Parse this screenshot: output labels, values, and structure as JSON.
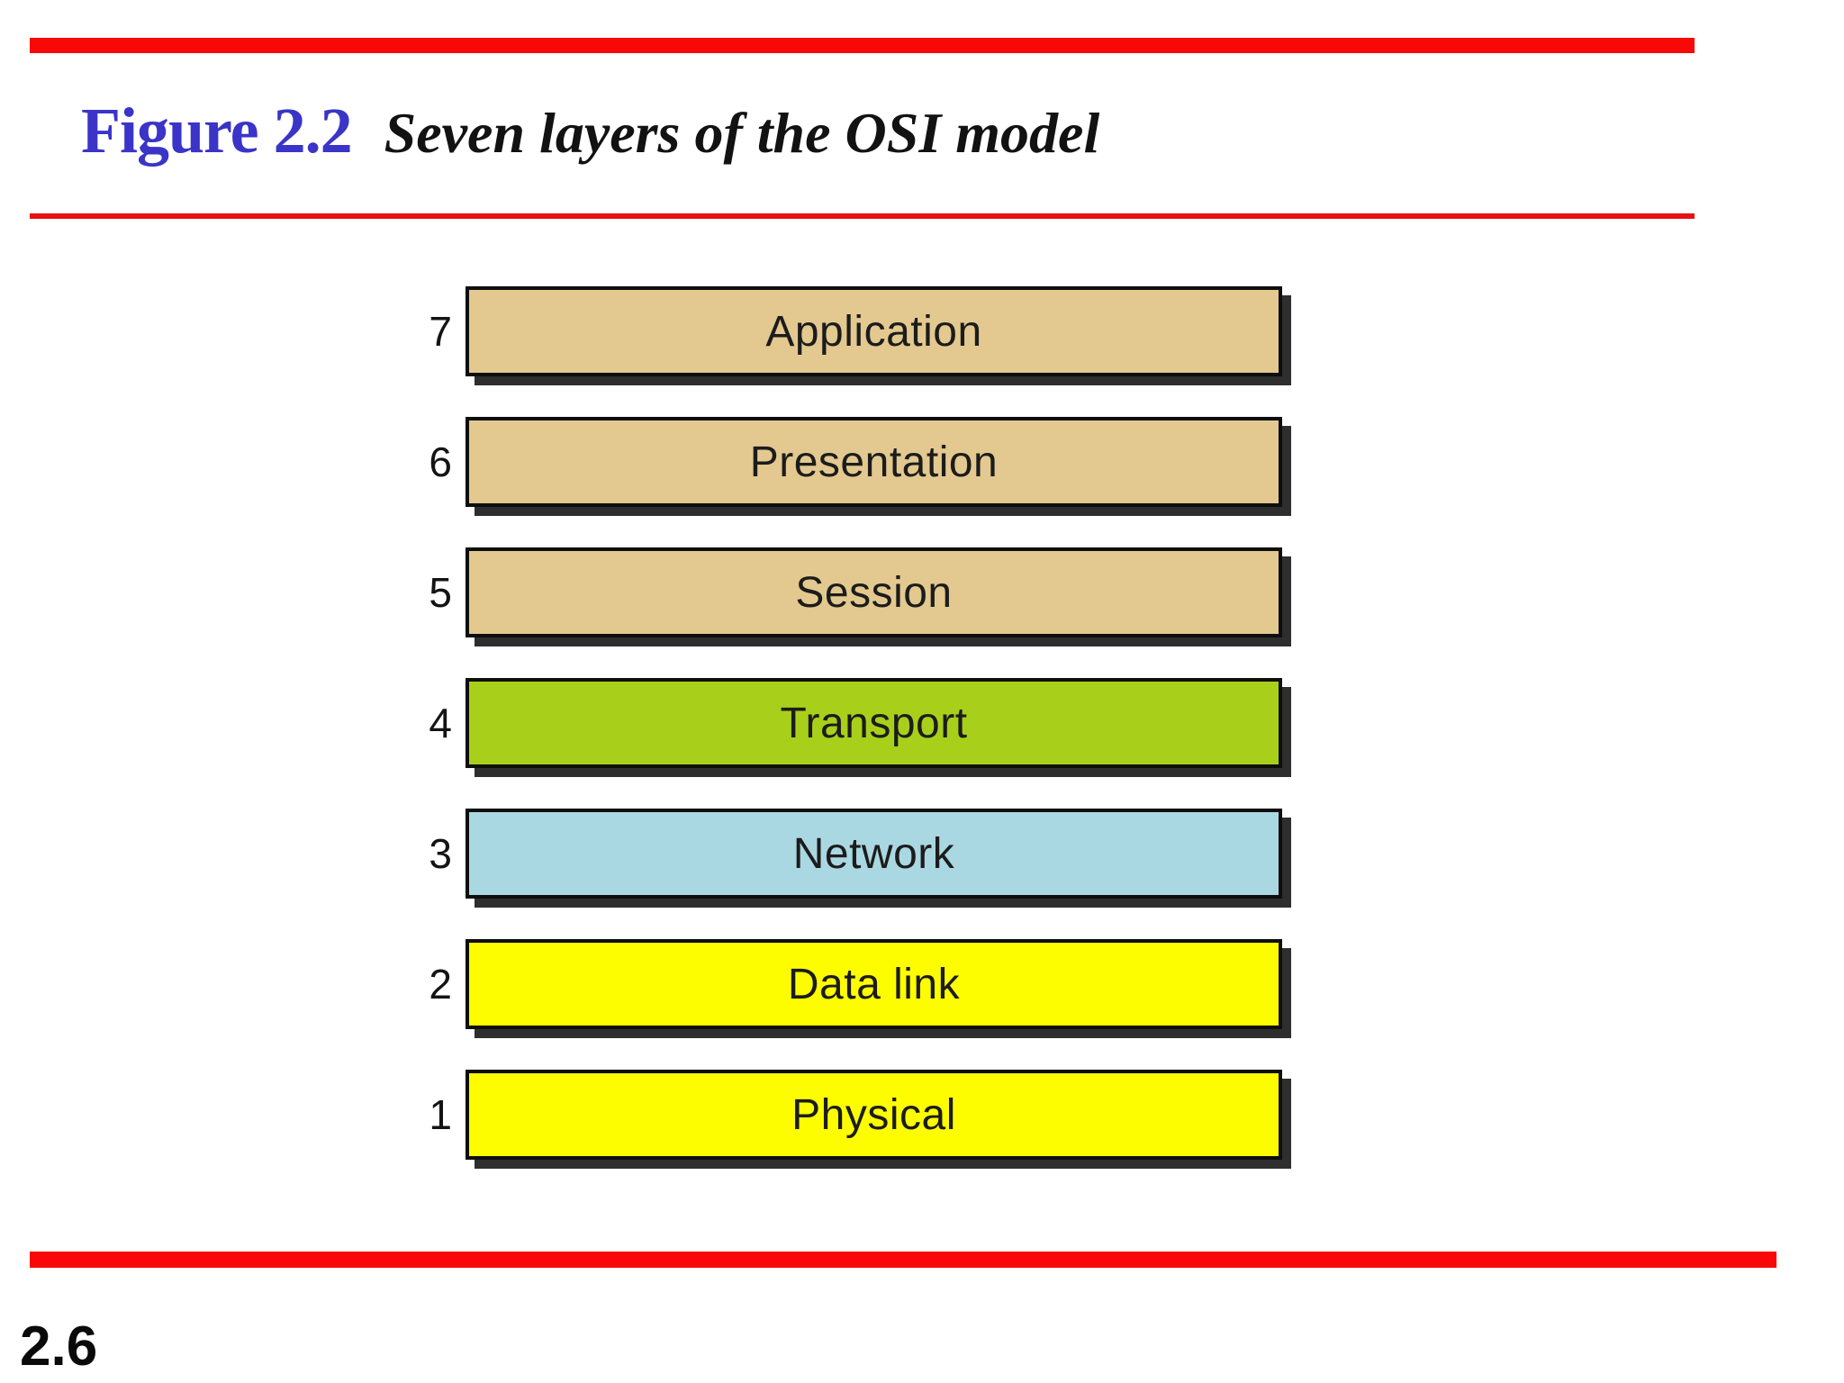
{
  "slide": {
    "figure_label": "Figure 2.2",
    "figure_title": "Seven layers of the OSI model",
    "page_number": "2.6",
    "rule_color": "#f90808",
    "thin_rule_color": "#e81112",
    "figure_label_color": "#3a34c8"
  },
  "diagram": {
    "border_color": "#0e0e0e",
    "shadow_color": "#2e2e2e",
    "layers": [
      {
        "number": "7",
        "label": "Application",
        "color": "#e3c98f"
      },
      {
        "number": "6",
        "label": "Presentation",
        "color": "#e3c98f"
      },
      {
        "number": "5",
        "label": "Session",
        "color": "#e3c98f"
      },
      {
        "number": "4",
        "label": "Transport",
        "color": "#a8d01b"
      },
      {
        "number": "3",
        "label": "Network",
        "color": "#aad8e2"
      },
      {
        "number": "2",
        "label": "Data link",
        "color": "#fdfd00"
      },
      {
        "number": "1",
        "label": "Physical",
        "color": "#fdfd00"
      }
    ]
  }
}
